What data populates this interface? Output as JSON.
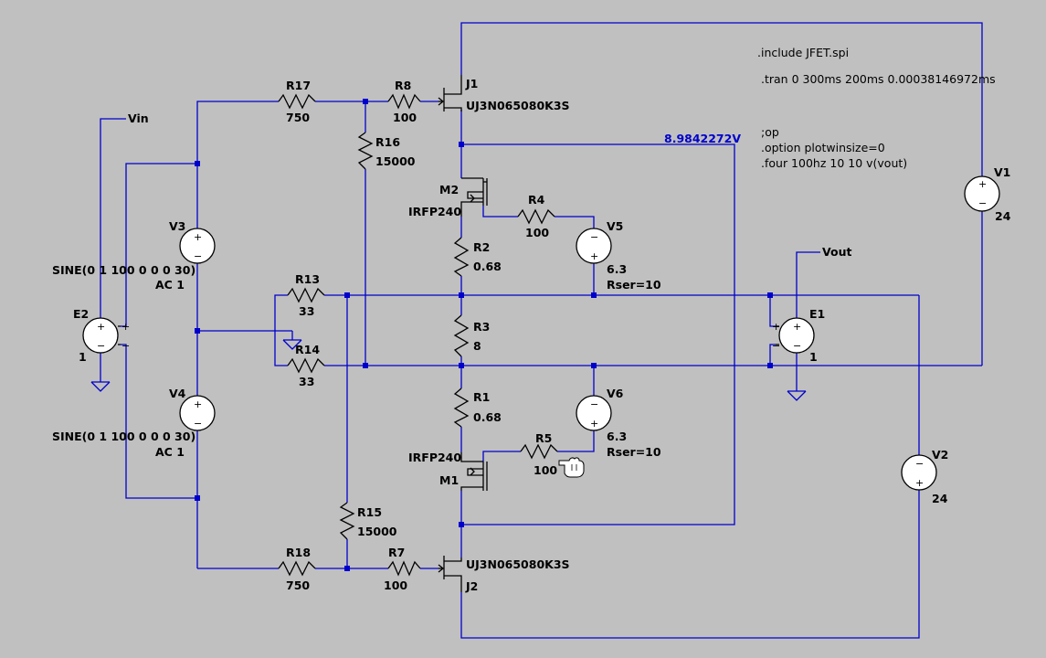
{
  "directives": {
    "include": ".include JFET.spi",
    "tran": ".tran 0 300ms 200ms 0.00038146972ms",
    "op": ";op",
    "option": ".option plotwinsize=0",
    "four": ".four 100hz 10 10 v(vout)"
  },
  "probe_voltage": "8.9842272V",
  "nets": {
    "vin": "Vin",
    "vout": "Vout"
  },
  "components": {
    "R17": {
      "name": "R17",
      "value": "750"
    },
    "R8": {
      "name": "R8",
      "value": "100"
    },
    "R16": {
      "name": "R16",
      "value": "15000"
    },
    "R4": {
      "name": "R4",
      "value": "100"
    },
    "R2": {
      "name": "R2",
      "value": "0.68"
    },
    "R13": {
      "name": "R13",
      "value": "33"
    },
    "R3": {
      "name": "R3",
      "value": "8"
    },
    "R14": {
      "name": "R14",
      "value": "33"
    },
    "R1": {
      "name": "R1",
      "value": "0.68"
    },
    "R5": {
      "name": "R5",
      "value": "100"
    },
    "R15": {
      "name": "R15",
      "value": "15000"
    },
    "R18": {
      "name": "R18",
      "value": "750"
    },
    "R7": {
      "name": "R7",
      "value": "100"
    },
    "J1": {
      "name": "J1",
      "model": "UJ3N065080K3S"
    },
    "J2": {
      "name": "J2",
      "model": "UJ3N065080K3S"
    },
    "M2": {
      "name": "M2",
      "model": "IRFP240"
    },
    "M1": {
      "name": "M1",
      "model": "IRFP240"
    },
    "V1": {
      "name": "V1",
      "value": "24"
    },
    "V2": {
      "name": "V2",
      "value": "24"
    },
    "V3": {
      "name": "V3",
      "value": "SINE(0 1 100 0 0 0 30)",
      "ac": "AC 1"
    },
    "V4": {
      "name": "V4",
      "value": "SINE(0 1 100 0 0 0 30)",
      "ac": "AC 1"
    },
    "V5": {
      "name": "V5",
      "value": "6.3",
      "rser": "Rser=10"
    },
    "V6": {
      "name": "V6",
      "value": "6.3",
      "rser": "Rser=10"
    },
    "E1": {
      "name": "E1",
      "value": "1"
    },
    "E2": {
      "name": "E2",
      "value": "1"
    }
  },
  "symbols": {
    "plus": "+",
    "minus": "−"
  },
  "colors": {
    "background": "#c0c0c0",
    "wire": "#0000cc",
    "component": "#000000",
    "probe": "#0000cc"
  }
}
